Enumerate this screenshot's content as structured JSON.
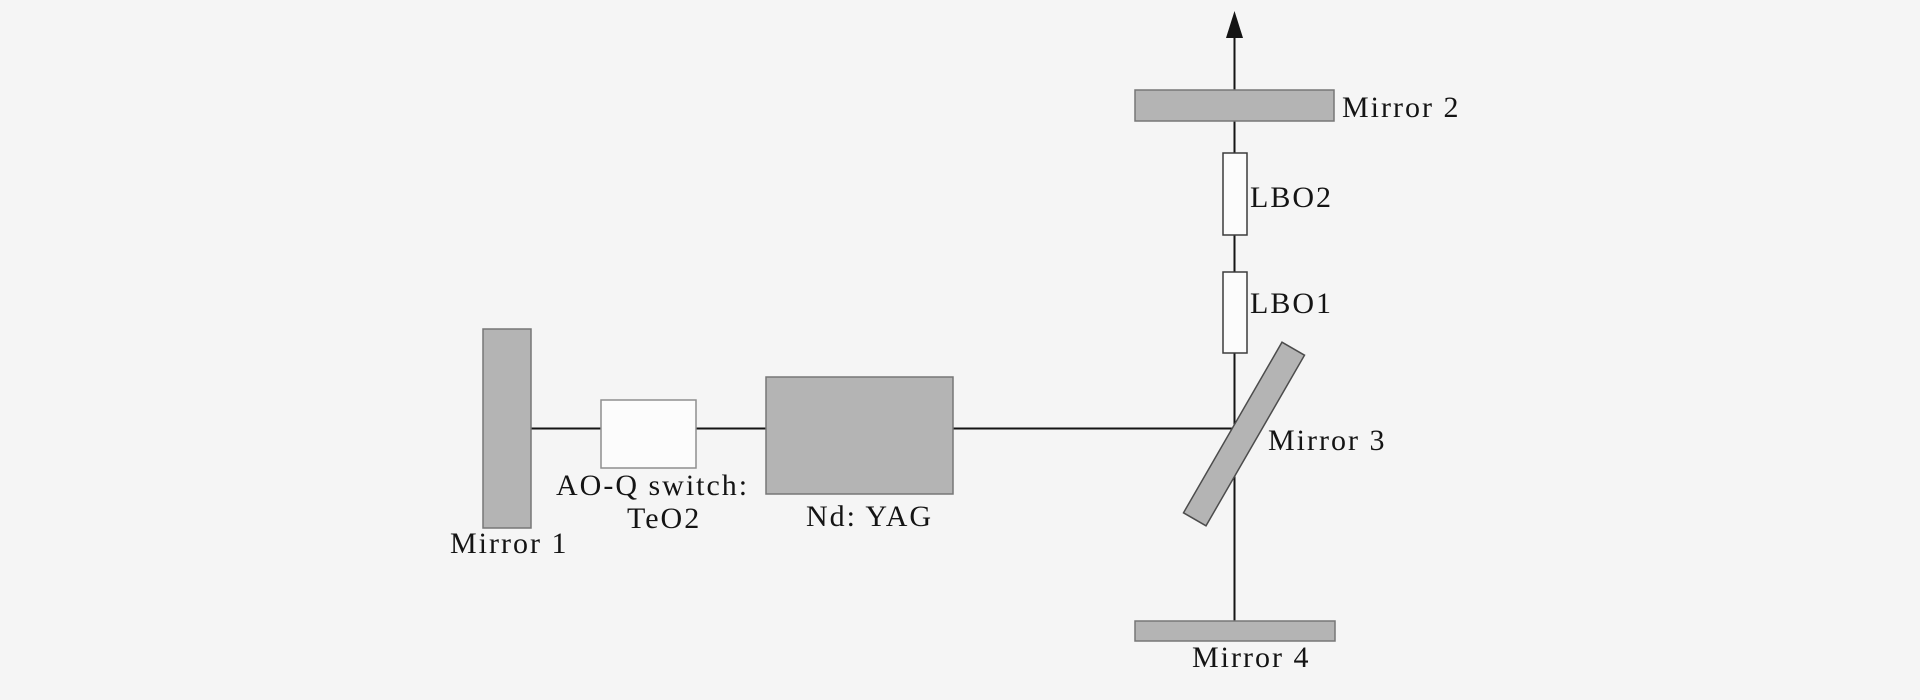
{
  "diagram": {
    "labels": {
      "mirror1": "Mirror 1",
      "mirror2": "Mirror 2",
      "mirror3": "Mirror 3",
      "mirror4": "Mirror 4",
      "lbo1": "LBO1",
      "lbo2": "LBO2",
      "ao_q_switch": "AO-Q switch:",
      "ao_q_material": "TeO2",
      "gain_medium": "Nd: YAG"
    },
    "colors": {
      "background": "#f5f5f5",
      "beam": "#141414",
      "mirror_fill": "#b4b4b4",
      "mirror_stroke": "#767676",
      "tilted_mirror_stroke": "#4c4c4c",
      "crystal_fill": "#fcfcfc",
      "crystal_stroke": "#3c3c3c",
      "switch_box_stroke": "#8f8f8f"
    }
  }
}
